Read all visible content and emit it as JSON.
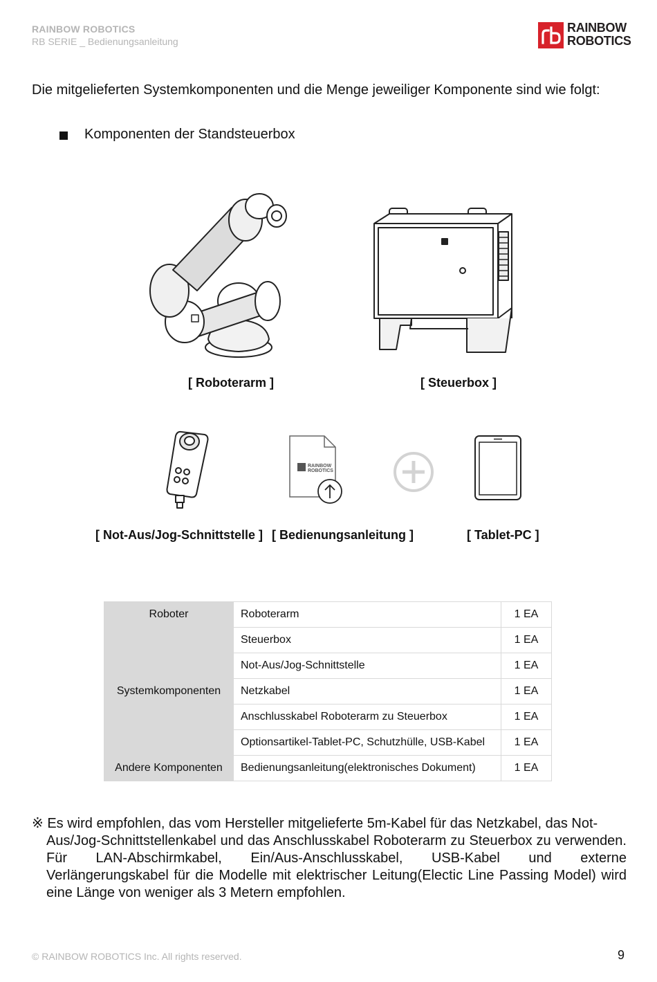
{
  "header": {
    "company": "RAINBOW ROBOTICS",
    "doc_title": "RB SERIE _ Bedienungsanleitung",
    "logo_line1": "RAINBOW",
    "logo_line2": "ROBOTICS",
    "logo_mark": "rb"
  },
  "intro": "Die mitgelieferten Systemkomponenten und die Menge jeweiliger Komponente sind wie folgt:",
  "bullet": "Komponenten der Standsteuerbox",
  "captions": {
    "robot_arm": "[ Roboterarm ]",
    "control_box": "[ Steuerbox ]",
    "estop": "[ Not-Aus/Jog-Schnittstelle ]",
    "manual": "[ Bedienungsanleitung ]",
    "tablet": "[ Tablet-PC ]"
  },
  "manual_icon_label_1": "RAINBOW",
  "manual_icon_label_2": "ROBOTICS",
  "colors": {
    "brand_red": "#d7222a",
    "table_category_bg": "#d9d9d9",
    "header_gray": "#b5b5b5"
  },
  "table": {
    "cat_robot": "Roboter",
    "cat_system": "Systemkomponenten",
    "cat_other": "Andere Komponenten",
    "rows": [
      {
        "item": "Roboterarm",
        "count": "1 EA"
      },
      {
        "item": "Steuerbox",
        "count": "1 EA"
      },
      {
        "item": "Not-Aus/Jog-Schnittstelle",
        "count": "1 EA"
      },
      {
        "item": "Netzkabel",
        "count": "1 EA"
      },
      {
        "item": "Anschlusskabel Roboterarm zu Steuerbox",
        "count": "1 EA"
      },
      {
        "item": "Optionsartikel-Tablet-PC, Schutzhülle, USB-Kabel",
        "count": "1 EA"
      },
      {
        "item": "Bedienungsanleitung(elektronisches Dokument)",
        "count": "1 EA"
      }
    ]
  },
  "note_first": "※ Es wird empfohlen, das vom Hersteller mitgelieferte 5m-Kabel für das Netzkabel, das Not-",
  "note_rest": "Aus/Jog-Schnittstellenkabel und das Anschlusskabel Roboterarm zu Steuerbox zu verwenden. Für LAN-Abschirmkabel, Ein/Aus-Anschlusskabel, USB-Kabel und externe Verlängerungskabel für die Modelle mit elektrischer Leitung(Electic Line Passing Model) wird eine Länge von weniger als 3 Metern empfohlen.",
  "footer": "© RAINBOW ROBOTICS Inc. All rights reserved.",
  "page_number": "9"
}
